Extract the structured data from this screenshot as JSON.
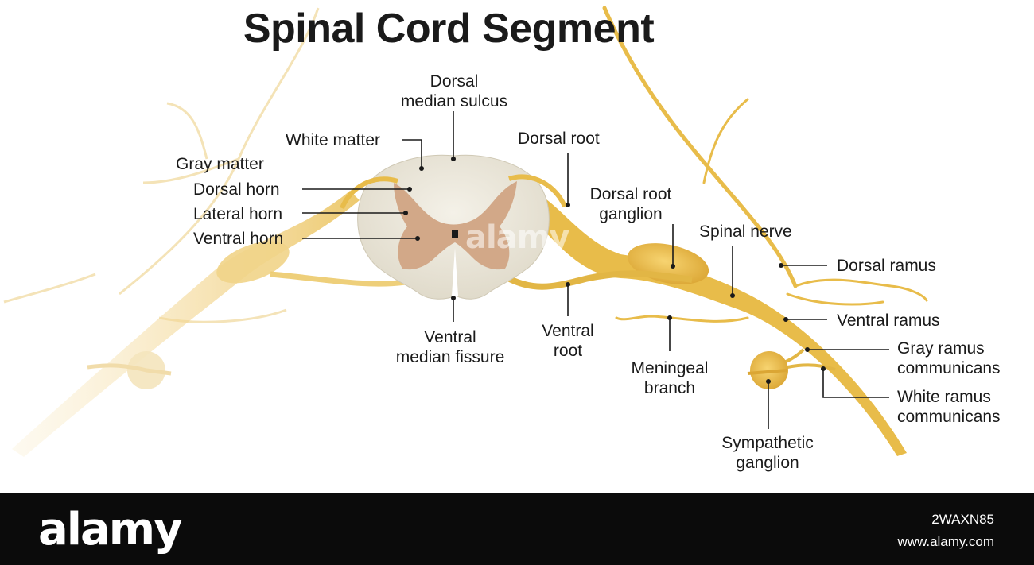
{
  "title": "Spinal Cord Segment",
  "labels": {
    "dorsal_median_sulcus": [
      "Dorsal",
      "median sulcus"
    ],
    "white_matter": "White matter",
    "gray_matter": "Gray matter",
    "dorsal_horn": "Dorsal horn",
    "lateral_horn": "Lateral horn",
    "ventral_horn": "Ventral horn",
    "dorsal_root": "Dorsal root",
    "dorsal_root_ganglion": [
      "Dorsal root",
      "ganglion"
    ],
    "spinal_nerve": "Spinal nerve",
    "dorsal_ramus": "Dorsal ramus",
    "ventral_ramus": "Ventral ramus",
    "gray_ramus_communicans": [
      "Gray ramus",
      "communicans"
    ],
    "white_ramus_communicans": [
      "White ramus",
      "communicans"
    ],
    "ventral_median_fissure": [
      "Ventral",
      "median fissure"
    ],
    "ventral_root": [
      "Ventral",
      "root"
    ],
    "meningeal_branch": [
      "Meningeal",
      "branch"
    ],
    "sympathetic_ganglion": [
      "Sympathetic",
      "ganglion"
    ]
  },
  "watermark": "alamy",
  "footer": {
    "brand": "alamy",
    "image_id": "2WAXN85",
    "site": "www.alamy.com"
  },
  "colors": {
    "nerve": "#e8bc4a",
    "nerve_faded": "#f6e4b8",
    "white_matter": "#ece8dc",
    "gray_matter": "#d2a888",
    "leader_line": "#1a1a1a",
    "footer_bg": "#0b0b0b"
  }
}
